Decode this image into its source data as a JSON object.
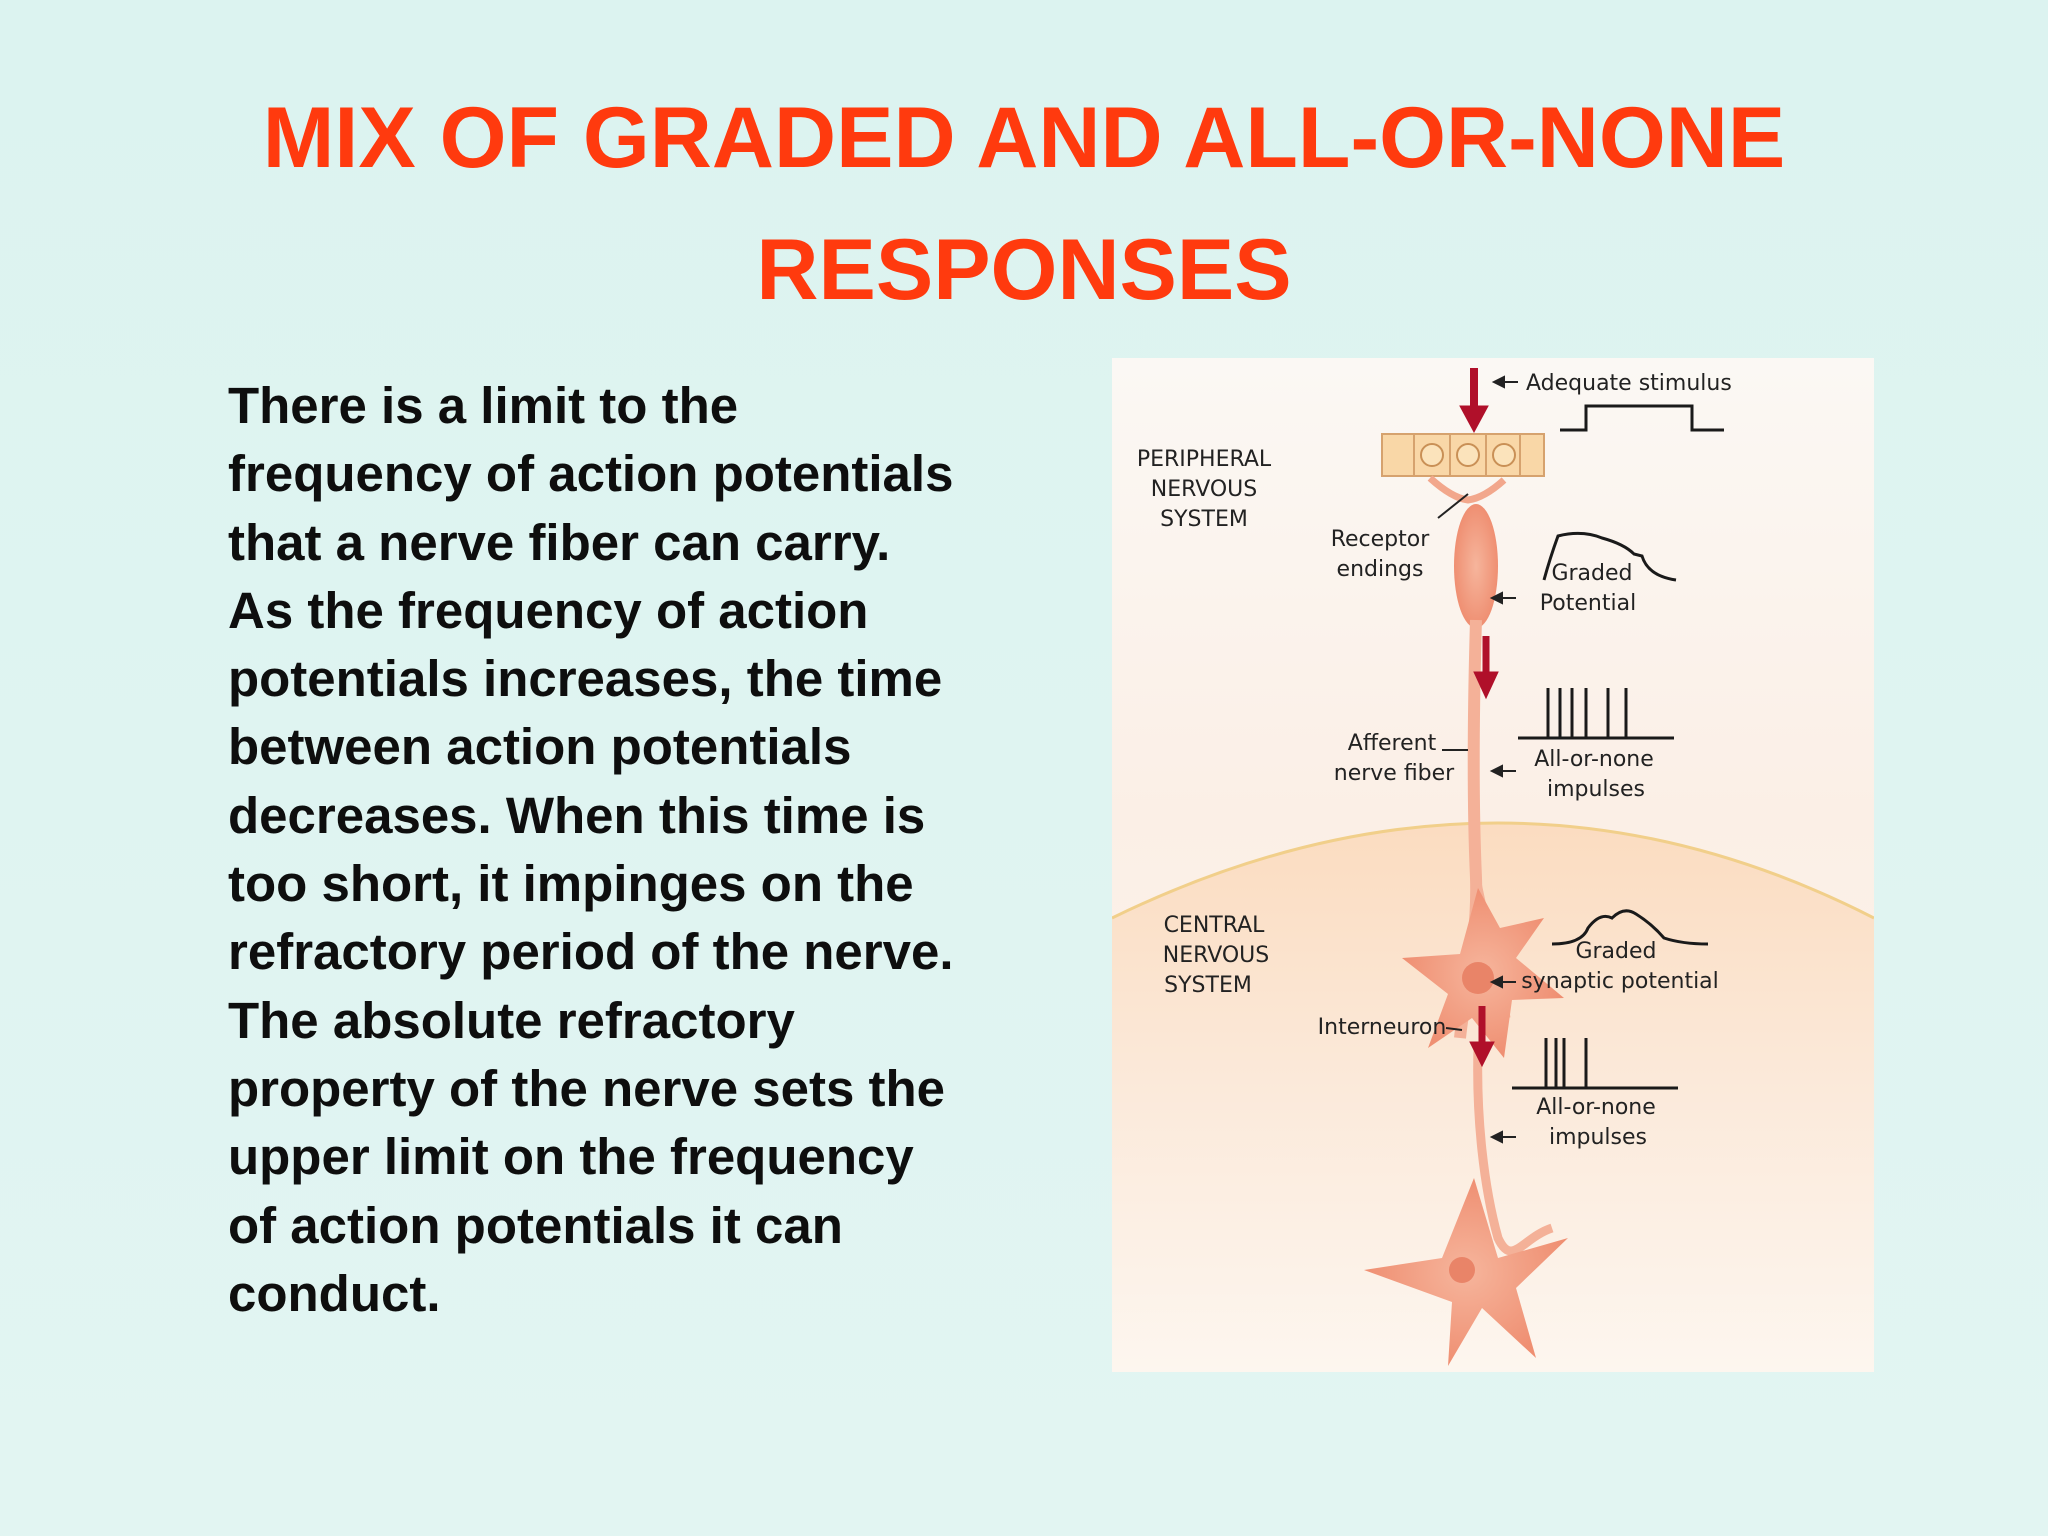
{
  "slide": {
    "title_line1": "MIX OF GRADED AND ALL-OR-NONE",
    "title_line2": "RESPONSES",
    "body_lines": [
      "There is a limit to the",
      "frequency of action potentials",
      "that a nerve fiber can carry.",
      "As the frequency of action",
      "potentials increases, the time",
      "between action potentials",
      "decreases. When this time is",
      "too short, it impinges on the",
      "refractory period of the nerve.",
      "The absolute refractory",
      "property of the nerve sets the",
      "upper limit on the frequency",
      "of action potentials it can",
      "conduct."
    ]
  },
  "figure": {
    "adequate_stimulus": "Adequate stimulus",
    "pns": [
      "PERIPHERAL",
      "NERVOUS",
      "SYSTEM"
    ],
    "receptor_endings": [
      "Receptor",
      "endings"
    ],
    "graded_potential": [
      "Graded",
      "Potential"
    ],
    "afferent_fiber": [
      "Afferent",
      "nerve fiber"
    ],
    "all_or_none_1": [
      "All-or-none",
      "impulses"
    ],
    "cns": [
      "CENTRAL",
      "NERVOUS",
      "SYSTEM"
    ],
    "graded_synaptic": [
      "Graded",
      "synaptic potential"
    ],
    "interneuron": "Interneuron",
    "all_or_none_2": [
      "All-or-none",
      "impulses"
    ]
  },
  "colors": {
    "title": "#ff3a0e",
    "body_text": "#0e0e0e",
    "background": "#dff2ef",
    "figure_bg": "#fbf3ec",
    "arrow_red": "#b0102a",
    "neuron": "#f4a88c"
  }
}
